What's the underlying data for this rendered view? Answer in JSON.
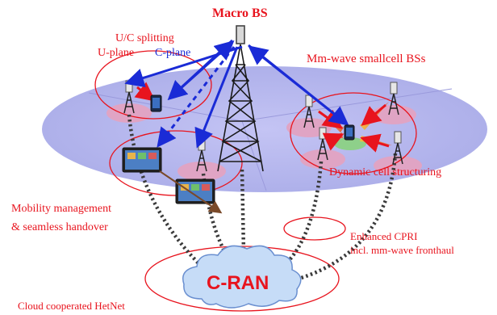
{
  "labels": {
    "macro_bs": "Macro BS",
    "uc_splitting": "U/C splitting",
    "u_plane": "U-plane",
    "c_plane": "C-plane",
    "mmwave_smallcell": "Mm-wave smallcell BSs",
    "dynamic_cell": "Dynamic cell structuring",
    "mobility_1": "Mobility management",
    "mobility_2": "& seamless handover",
    "cpri_1": "Enhanced CPRI",
    "cpri_2": "incl. mm-wave fronthaul",
    "cran": "C-RAN",
    "cloud_hetnet": "Cloud cooperated HetNet"
  },
  "colors": {
    "red_text": "#e8141e",
    "blue_link": "#1a2bd6",
    "coverage": "#b8b8ee",
    "cloud": "#c6dcf7",
    "cloud_stroke": "#6a8fd0",
    "small_cell": "#e0a4c4",
    "fronthaul": "#3a3a3a"
  },
  "icons": [
    "macro-tower-icon",
    "small-cell-antenna-icon",
    "smartphone-icon",
    "tablet-icon",
    "cloud-icon"
  ]
}
